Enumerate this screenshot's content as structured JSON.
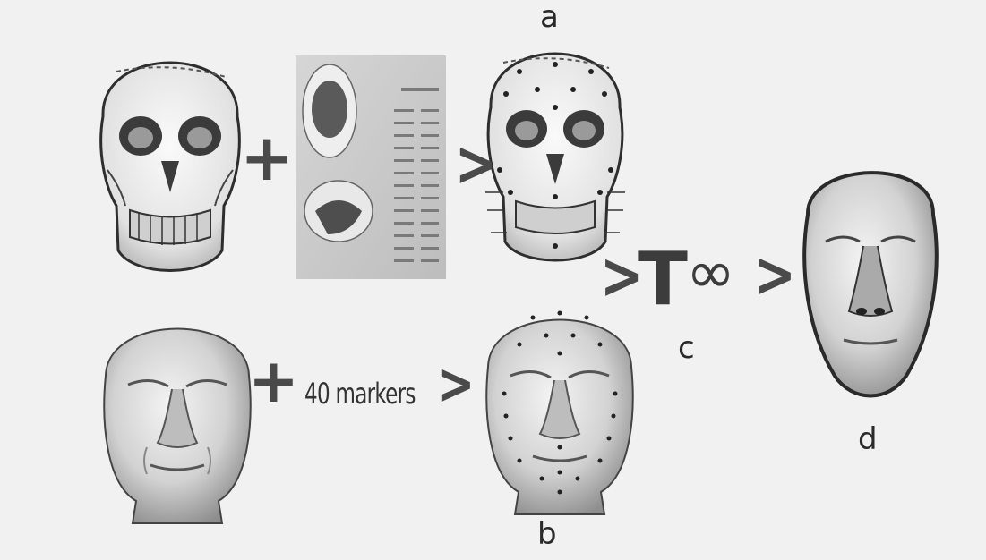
{
  "labels": {
    "a": "a",
    "b": "b",
    "c": "c",
    "d": "d"
  },
  "markers_text": "40 markers",
  "operators": {
    "plus": "+",
    "arrow": ">",
    "transform": "T",
    "infinity": "∞"
  },
  "colors": {
    "background": "#f1f1f1",
    "figure_fill": "#dcdcdc",
    "figure_stroke": "#2e2e2e",
    "operator": "#4a4a4a"
  },
  "icons": {
    "skull": "skull-icon",
    "head_model": "head-model-icon",
    "data_sheet": "tissue-depth-sheet-icon",
    "face_result": "face-result-icon"
  }
}
